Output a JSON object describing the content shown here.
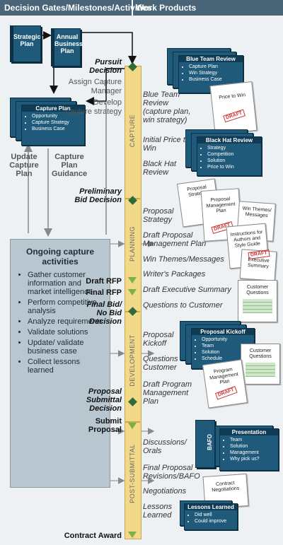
{
  "header": {
    "left_title": "Decision Gates/Milestones/Activities",
    "right_title": "Work Products"
  },
  "binders": {
    "strategic_plan": "Strategic Plan",
    "annual_business_plan": "Annual Business Plan"
  },
  "capture_plan": {
    "title": "Capture Plan",
    "items": [
      "Opportunity",
      "Capture Strategy",
      "Business Case"
    ]
  },
  "side_labels": {
    "update_capture_plan": "Update Capture Plan",
    "capture_plan_guidance": "Capture Plan Guidance"
  },
  "phases": [
    "CAPTURE",
    "PLANNING",
    "DEVELOPMENT",
    "POST-SUBMITTAL"
  ],
  "milestones": {
    "pursuit_decision": "Pursuit Decision",
    "assign_capture_manager": "Assign Capture Manager",
    "develop_capture_strategy": "Develop capture strategy",
    "preliminary_bid_decision": "Preliminary Bid Decision",
    "draft_rfp": "Draft RFP",
    "final_rfp": "Final RFP",
    "final_bid_no_bid": "Final Bid/ No Bid Decision",
    "proposal_submittal_decision": "Proposal Submittal Decision",
    "submit_proposal": "Submit Proposal",
    "contract_award": "Contract Award"
  },
  "ongoing": {
    "title": "Ongoing capture activities",
    "items": [
      "Gather customer information and market intelligence",
      "Perform competitive analysis",
      "Analyze requirements",
      "Validate solutions",
      "Update/ validate business case",
      "Collect lessons learned"
    ]
  },
  "work_products": {
    "blue_team_review": "Blue Team Review (capture plan, win strategy)",
    "initial_price_to_win": "Initial Price to Win",
    "black_hat_review": "Black Hat Review",
    "proposal_strategy": "Proposal Strategy",
    "draft_pmp": "Draft Proposal Management Plan",
    "win_themes": "Win Themes/Messages",
    "writers_packages": "Writer's Packages",
    "draft_exec_summary": "Draft Executive Summary",
    "questions_to_customer_1": "Questions to Customer",
    "proposal_kickoff": "Proposal Kickoff",
    "questions_to_customer_2": "Questions to Customer",
    "draft_program_mgmt_plan": "Draft Program Management Plan",
    "discussions_orals": "Discussions/ Orals",
    "final_proposal_revisions": "Final Proposal Revisions/BAFO",
    "negotiations": "Negotiations",
    "lessons_learned": "Lessons Learned"
  },
  "documents": {
    "blue_team_panel": {
      "title": "Blue Team Review",
      "items": [
        "Capture Plan",
        "Win Strategy",
        "Business Case"
      ]
    },
    "price_to_win": "Price to Win",
    "black_hat_panel": {
      "title": "Black Hat Review",
      "items": [
        "Strategy",
        "Competition",
        "Solution",
        "Price to Win"
      ]
    },
    "proposal_strategy_doc": "Proposal Strategy",
    "pmp_doc": "Proposal Management Plan",
    "win_themes_doc": "Win Themes/ Messages",
    "instructions_doc": "Instructions for Authors and Style Guide",
    "exec_summary_doc": "Executive Summary",
    "customer_questions_1": "Customer Questions",
    "kickoff_panel": {
      "title": "Proposal Kickoff",
      "items": [
        "Opportunity",
        "Team",
        "Solution",
        "Schedule"
      ]
    },
    "customer_questions_2": "Customer Questions",
    "program_mgmt_doc": "Program Management Plan",
    "bafo_label": "BAFO",
    "presentation_panel": {
      "title": "Presentation",
      "items": [
        "Team",
        "Solution",
        "Management",
        "Why pick us?"
      ]
    },
    "contract_negotiations_doc": "Contract Negotiations",
    "lessons_panel": {
      "title": "Lessons Learned",
      "items": [
        "Did well",
        "Could improve"
      ]
    },
    "draft_stamp": "DRAFT"
  },
  "colors": {
    "header_bg": "#4a6478",
    "binder": "#1f5a7a",
    "timeline": "#f2d889",
    "diamond": "#2f6b3a",
    "triangle": "#7ab04a",
    "ongoing_box": "#b8c6cf"
  }
}
